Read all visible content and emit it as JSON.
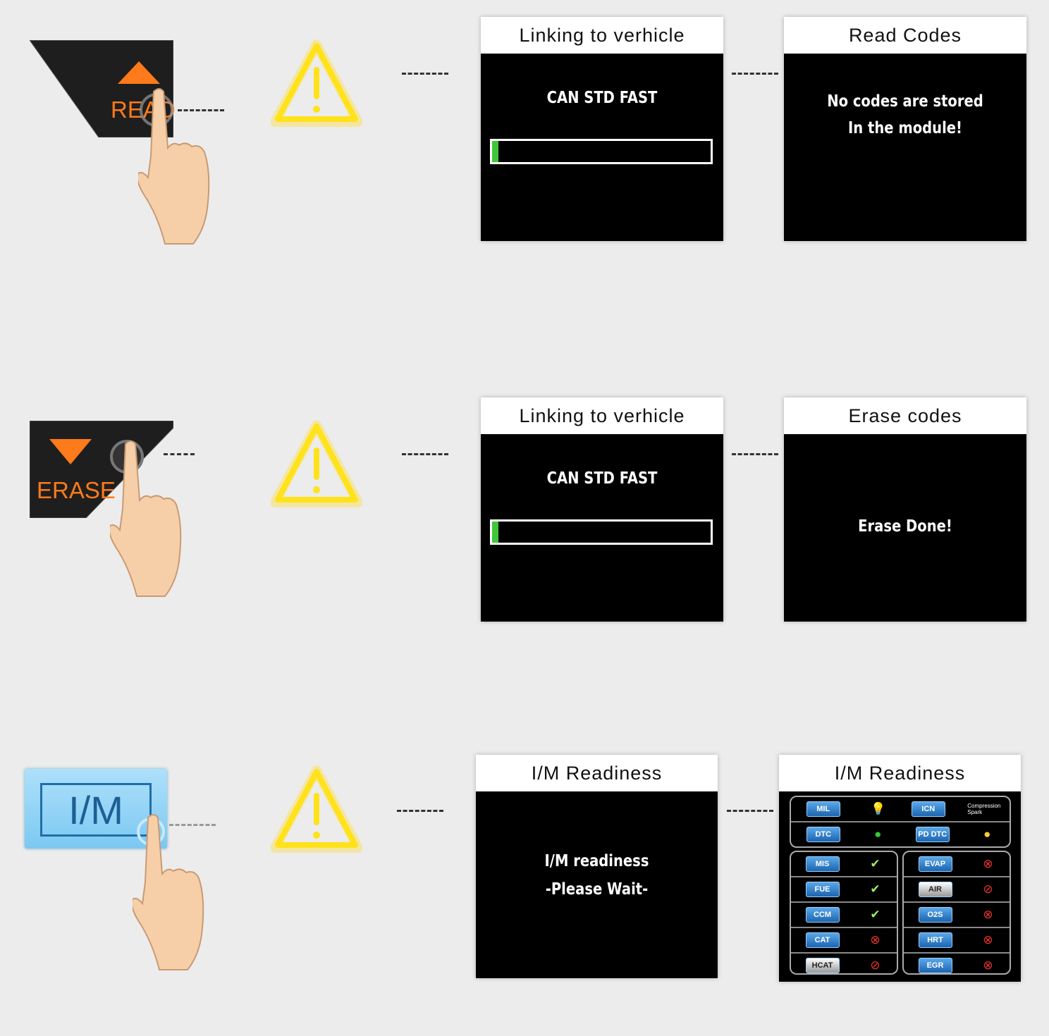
{
  "buttons": {
    "read": "READ",
    "erase": "ERASE",
    "im": "I/M"
  },
  "row1": {
    "screen1": {
      "title": "Linking to verhicle",
      "message": "CAN STD FAST",
      "progress": 0.03
    },
    "screen2": {
      "title": "Read Codes",
      "line1": "No codes are stored",
      "line2": "In the module!"
    }
  },
  "row2": {
    "screen1": {
      "title": "Linking to verhicle",
      "message": "CAN STD FAST",
      "progress": 0.03
    },
    "screen2": {
      "title": "Erase codes",
      "message": "Erase Done!"
    }
  },
  "row3": {
    "screen1": {
      "title": "I/M Readiness",
      "line1": "I/M readiness",
      "line2": "-Please Wait-"
    },
    "screen2": {
      "title": "I/M Readiness",
      "top": [
        {
          "label": "MIL",
          "status": "lamp"
        },
        {
          "label": "ICN",
          "status": "Compression Spark"
        },
        {
          "label": "DTC",
          "status": "ok-circle"
        },
        {
          "label": "PD DTC",
          "status": "warn-circle"
        }
      ],
      "left": [
        {
          "label": "MIS",
          "status": "complete"
        },
        {
          "label": "FUE",
          "status": "complete"
        },
        {
          "label": "CCM",
          "status": "complete"
        },
        {
          "label": "CAT",
          "status": "incomplete"
        },
        {
          "label": "HCAT",
          "status": "not-supported"
        }
      ],
      "right": [
        {
          "label": "EVAP",
          "status": "incomplete"
        },
        {
          "label": "AIR",
          "status": "not-supported"
        },
        {
          "label": "O2S",
          "status": "incomplete"
        },
        {
          "label": "HRT",
          "status": "incomplete"
        },
        {
          "label": "EGR",
          "status": "incomplete"
        }
      ]
    }
  }
}
